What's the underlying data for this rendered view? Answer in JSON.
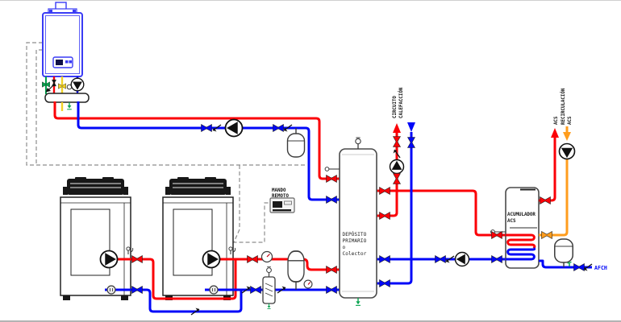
{
  "labels": {
    "remote_control": [
      "MANDO",
      "REMOTO"
    ],
    "heating_circuit": [
      "CIRCUITO",
      "CALEFACCIÓN"
    ],
    "primary_tank": [
      "DEPÓSITO",
      "PRIMARIO",
      "o",
      "Colector"
    ],
    "dhw_tank": [
      "ACUMULADOR",
      "ACS"
    ],
    "dhw_outlet": "ACS",
    "dhw_recirculation": [
      "RECIRCULACIÓN",
      "ACS"
    ],
    "cold_water_inlet": "AFCH"
  },
  "colors": {
    "hot_pipe": "#fb0007",
    "cold_pipe": "#0007f8",
    "recirculation_pipe": "#ff9d1e",
    "gas_pipe": "#f2d227",
    "drain_green": "#00a14b",
    "boiler_blue": "#3a3cf5",
    "control_wiring": "#8e8e8e",
    "component_outline": "#3c3c3c"
  }
}
